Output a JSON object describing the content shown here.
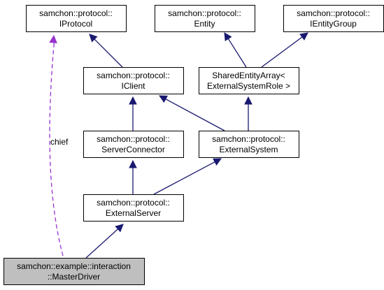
{
  "colors": {
    "inheritance_edge": "#191970",
    "usage_edge": "#9a32cd",
    "highlight_fill": "#bfbfbf",
    "box_stroke": "#000000"
  },
  "nodes": [
    {
      "id": "iprotocol",
      "lines": [
        "samchon::protocol::",
        "IProtocol"
      ],
      "highlight": false
    },
    {
      "id": "entity",
      "lines": [
        "samchon::protocol::",
        "Entity"
      ],
      "highlight": false
    },
    {
      "id": "ientitygroup",
      "lines": [
        "samchon::protocol::",
        "IEntityGroup"
      ],
      "highlight": false
    },
    {
      "id": "iclient",
      "lines": [
        "samchon::protocol::",
        "IClient"
      ],
      "highlight": false
    },
    {
      "id": "sharedentityarray",
      "lines": [
        "SharedEntityArray<",
        "ExternalSystemRole >"
      ],
      "highlight": false
    },
    {
      "id": "serverconnector",
      "lines": [
        "samchon::protocol::",
        "ServerConnector"
      ],
      "highlight": false
    },
    {
      "id": "externalsystem",
      "lines": [
        "samchon::protocol::",
        "ExternalSystem"
      ],
      "highlight": false
    },
    {
      "id": "externalserver",
      "lines": [
        "samchon::protocol::",
        "ExternalServer"
      ],
      "highlight": false
    },
    {
      "id": "masterdriver",
      "lines": [
        "samchon::example::interaction",
        "::MasterDriver"
      ],
      "highlight": true
    }
  ],
  "edges": [
    {
      "from": "iclient",
      "to": "iprotocol",
      "kind": "inheritance"
    },
    {
      "from": "sharedentityarray",
      "to": "entity",
      "kind": "inheritance"
    },
    {
      "from": "sharedentityarray",
      "to": "ientitygroup",
      "kind": "inheritance"
    },
    {
      "from": "serverconnector",
      "to": "iclient",
      "kind": "inheritance"
    },
    {
      "from": "externalsystem",
      "to": "iclient",
      "kind": "inheritance"
    },
    {
      "from": "externalsystem",
      "to": "sharedentityarray",
      "kind": "inheritance"
    },
    {
      "from": "externalserver",
      "to": "serverconnector",
      "kind": "inheritance"
    },
    {
      "from": "externalserver",
      "to": "externalsystem",
      "kind": "inheritance"
    },
    {
      "from": "masterdriver",
      "to": "externalserver",
      "kind": "inheritance"
    },
    {
      "from": "masterdriver",
      "to": "iprotocol",
      "kind": "usage",
      "label": "chief"
    }
  ]
}
